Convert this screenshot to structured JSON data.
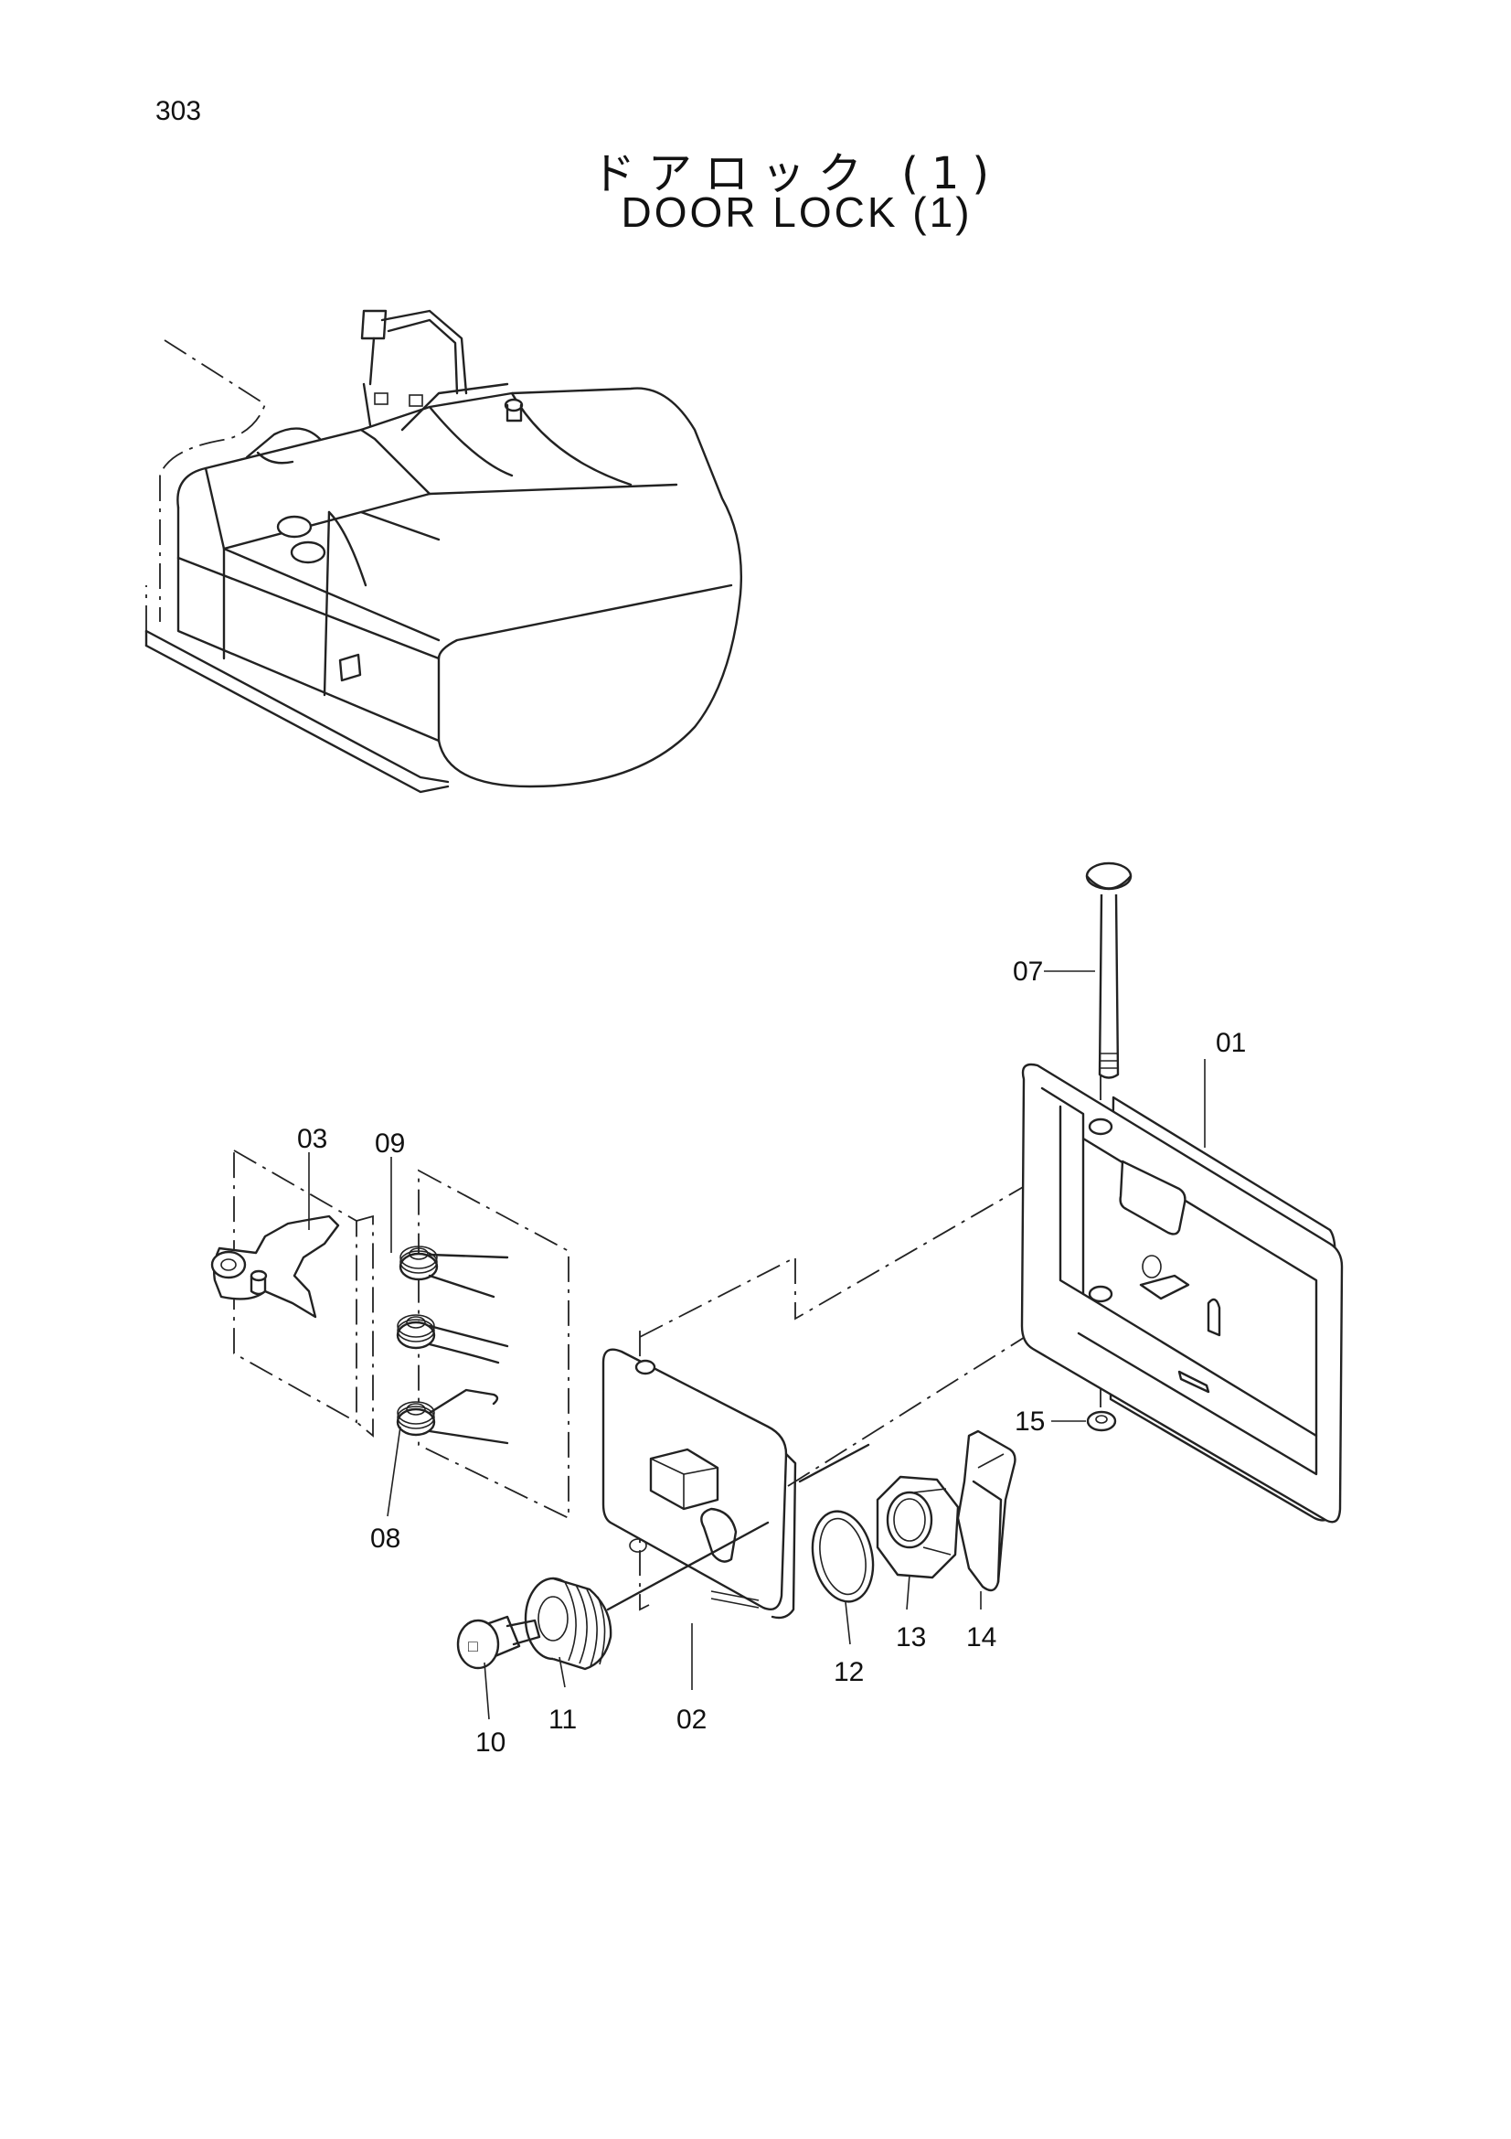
{
  "page": {
    "number": "303",
    "title_jp": "ドアロック (1)",
    "title_en": "DOOR LOCK (1)"
  },
  "callouts": [
    {
      "id": "01"
    },
    {
      "id": "02"
    },
    {
      "id": "03"
    },
    {
      "id": "07"
    },
    {
      "id": "08"
    },
    {
      "id": "09"
    },
    {
      "id": "10"
    },
    {
      "id": "11"
    },
    {
      "id": "12"
    },
    {
      "id": "13"
    },
    {
      "id": "14"
    },
    {
      "id": "15"
    }
  ]
}
